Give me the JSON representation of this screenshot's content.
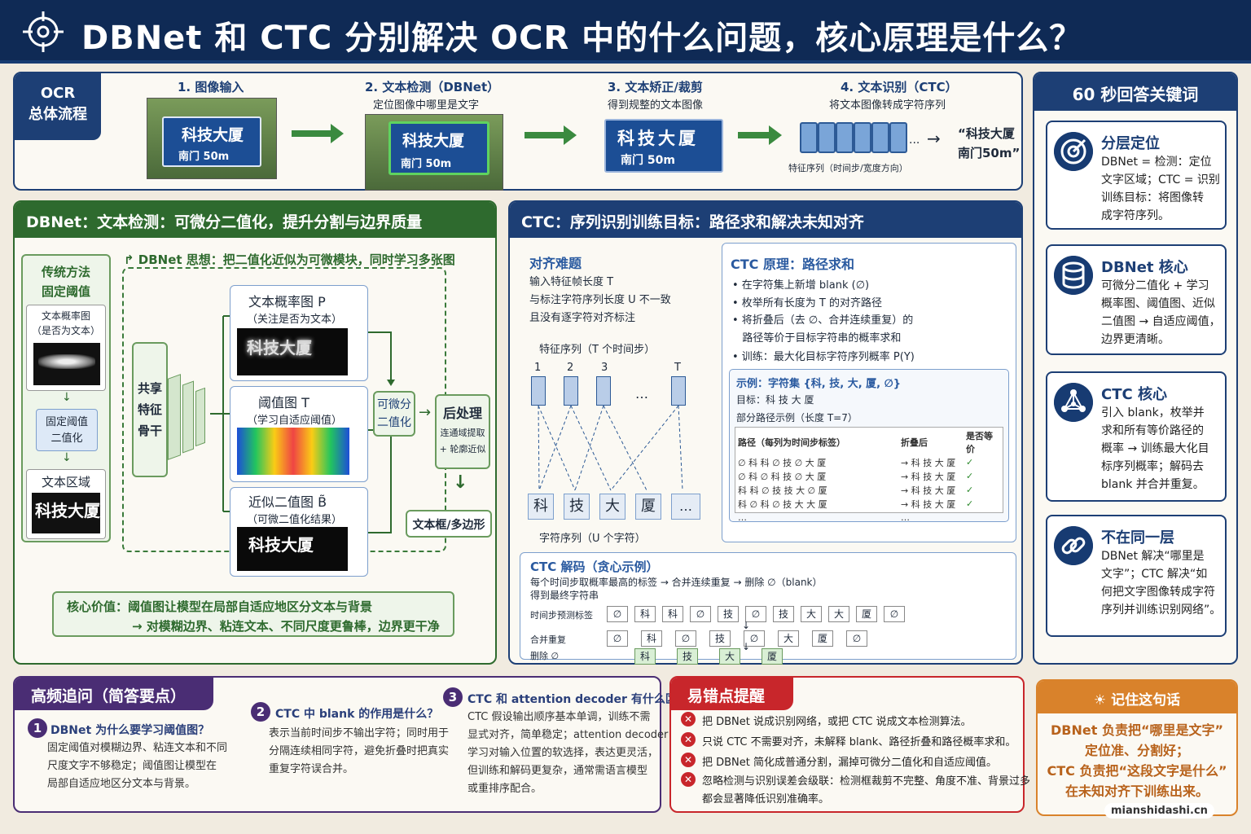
{
  "header": {
    "title": "DBNet 和 CTC 分别解决 OCR 中的什么问题，核心原理是什么？"
  },
  "flow": {
    "label": "OCR\n总体流程",
    "steps": [
      {
        "title": "1. 图像输入",
        "sub": ""
      },
      {
        "title": "2. 文本检测（DBNet）",
        "sub": "定位图像中哪里是文字"
      },
      {
        "title": "3. 文本矫正/裁剪",
        "sub": "得到规整的文本图像"
      },
      {
        "title": "4. 文本识别（CTC）",
        "sub": "将文本图像转成字符序列"
      }
    ],
    "sign_main": "科技大厦",
    "sign_sub": "南门 50m",
    "seq_caption": "特征序列（时间步/宽度方向）",
    "ellipsis": "...",
    "result": "“科技大厦\n南门50m”"
  },
  "dbnet": {
    "title": "DBNet：文本检测：可微分二值化，提升分割与边界质量",
    "idea": "DBNet 思想：把二值化近似为可微模块，同时学习多张图",
    "trad_title": "传统方法\n固定阈值",
    "trad_prob": "文本概率图\n（是否为文本）",
    "trad_fixed": "固定阈值\n二值化",
    "trad_region": "文本区域",
    "backbone": "共享\n特征\n骨干",
    "prob_title": "文本概率图 P",
    "prob_sub": "（关注是否为文本）",
    "thr_title": "阈值图 T",
    "thr_sub": "（学习自适应阈值）",
    "bin_title": "近似二值图 B̃",
    "bin_sub": "（可微二值化结果）",
    "diffbin": "可微分\n二值化",
    "post_title": "后处理",
    "post_sub": "连通域提取\n+ 轮廓近似",
    "output": "文本框/多边形",
    "value_line1": "核心价值：阈值图让模型在局部自适应地区分文本与背景",
    "value_line2": "→ 对模糊边界、粘连文本、不同尺度更鲁棒，边界更干净",
    "blob_text": "科技大厦"
  },
  "ctc": {
    "title": "CTC：序列识别训练目标：路径求和解决未知对齐",
    "align_title": "对齐难题",
    "align_body": "输入特征帧长度 T\n与标注字符序列长度 U 不一致\n且没有逐字符对齐标注",
    "feat_caption": "特征序列（T 个时间步）",
    "feat_labels": [
      "1",
      "2",
      "3",
      "T"
    ],
    "feat_dots": "…",
    "chars": [
      "科",
      "技",
      "大",
      "厦",
      "…"
    ],
    "char_caption": "字符序列（U 个字符）",
    "principle_title": "CTC 原理：路径求和",
    "principle_items": [
      "• 在字符集上新增 blank (∅)",
      "• 枚举所有长度为 T 的对齐路径",
      "• 将折叠后（去 ∅、合并连续重复）的\n   路径等价于目标字符串的概率求和",
      "• 训练：最大化目标字符序列概率 P(Y)"
    ],
    "example_title": "示例：字符集 {科, 技, 大, 厦, ∅}",
    "example_target": "目标：科 技 大 厦",
    "example_paths": "部分路径示例（长度 T=7）",
    "table_head": [
      "路径（每列为时间步标签）",
      "折叠后",
      "是否等价"
    ],
    "table_rows": [
      [
        "∅  科  科  ∅  技  ∅  大  厦",
        "→  科 技 大 厦",
        "✓"
      ],
      [
        "∅  科  ∅  科  技  ∅  大  厦",
        "→  科 技 大 厦",
        "✓"
      ],
      [
        "科  科  ∅  技  技  大  ∅  厦",
        "→  科 技 大 厦",
        "✓"
      ],
      [
        "科  ∅  科  ∅  技  大  大  厦",
        "→  科 技 大 厦",
        "✓"
      ],
      [
        "…",
        "…",
        ""
      ]
    ],
    "decode_title": "CTC 解码（贪心示例）",
    "decode_desc": "每个时间步取概率最高的标签 → 合并连续重复 → 删除 ∅（blank）\n得到最终字符串",
    "decode_row_labels": [
      "时间步预测标签",
      "合并重复",
      "删除 ∅"
    ],
    "decode_pred": [
      "∅",
      "科",
      "科",
      "∅",
      "技",
      "∅",
      "技",
      "大",
      "大",
      "厦",
      "∅"
    ],
    "decode_merge": [
      "∅",
      "科",
      "∅",
      "技",
      "∅",
      "大",
      "厦",
      "∅"
    ],
    "decode_final": [
      "科",
      "技",
      "大",
      "厦"
    ]
  },
  "keywords": {
    "title": "60 秒回答关键词",
    "cards": [
      {
        "icon": "target-icon",
        "title": "分层定位",
        "body": "DBNet = 检测：定位\n文字区域；CTC = 识别\n训练目标：将图像转\n成字符序列。"
      },
      {
        "icon": "database-icon",
        "title": "DBNet 核心",
        "body": "可微分二值化 + 学习\n概率图、阈值图、近似\n二值图 → 自适应阈值，\n边界更清晰。"
      },
      {
        "icon": "network-icon",
        "title": "CTC 核心",
        "body": "引入 blank，枚举并\n求和所有等价路径的\n概率 → 训练最大化目\n标序列概率；解码去\nblank 并合并重复。"
      },
      {
        "icon": "link-icon",
        "title": "不在同一层",
        "body": "DBNet 解决“哪里是\n文字”；CTC 解决“如\n何把文字图像转成字符\n序列并训练识别网络”。"
      }
    ]
  },
  "faq": {
    "title": "高频追问（简答要点）",
    "items": [
      {
        "num": "1",
        "q": "DBNet 为什么要学习阈值图？",
        "a": "固定阈值对模糊边界、粘连文本和不同\n尺度文字不够稳定；阈值图让模型在\n局部自适应地区分文本与背景。"
      },
      {
        "num": "2",
        "q": "CTC 中 blank 的作用是什么？",
        "a": "表示当前时间步不输出字符；同时用于\n分隔连续相同字符，避免折叠时把真实\n重复字符误合并。"
      },
      {
        "num": "3",
        "q": "CTC 和 attention decoder 有什么区别？",
        "a": "CTC 假设输出顺序基本单调，训练不需\n显式对齐，简单稳定；attention decoder\n学习对输入位置的软选择，表达更灵活，\n但训练和解码更复杂，通常需语言模型\n或重排序配合。"
      }
    ]
  },
  "mistakes": {
    "title": "易错点提醒",
    "items": [
      "把 DBNet 说成识别网络，或把 CTC 说成文本检测算法。",
      "只说 CTC 不需要对齐，未解释 blank、路径折叠和路径概率求和。",
      "把 DBNet 简化成普通分割，漏掉可微分二值化和自适应阈值。",
      "忽略检测与识别误差会级联：检测框裁剪不完整、角度不准、背景过多\n都会显著降低识别准确率。"
    ]
  },
  "remember": {
    "title": "记住这句话",
    "body": "DBNet 负责把“哪里是文字”\n定位准、分割好；\nCTC 负责把“这段文字是什么”\n在未知对齐下训练出来。"
  },
  "watermark": "mianshidashi.cn",
  "colors": {
    "navy": "#0f2a55",
    "green": "#2e6a2e",
    "purple": "#4a2d74",
    "red": "#c8262b",
    "orange": "#d9822b"
  }
}
